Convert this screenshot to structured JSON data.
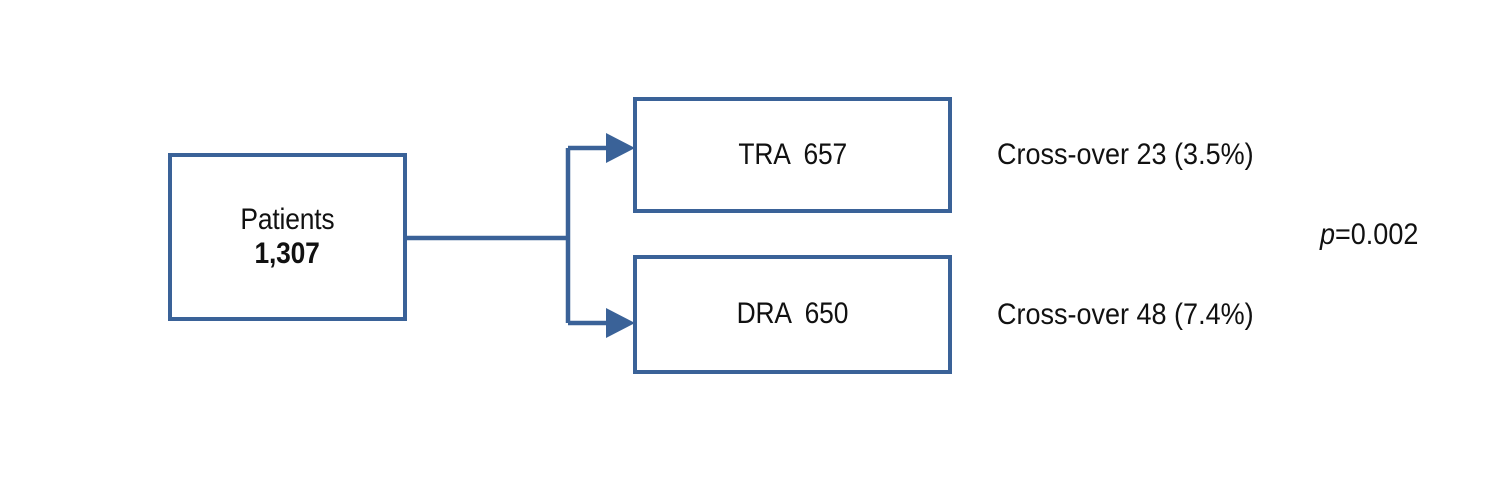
{
  "figure": {
    "type": "flow-diagram",
    "background_color": "#ffffff",
    "accent_color": "#3a6298",
    "text_color": "#111111"
  },
  "nodes": {
    "root": {
      "label": "Patients",
      "value": "1,307"
    },
    "branch_top": {
      "text": "TRA  657",
      "arm": "TRA",
      "count": "657"
    },
    "branch_bottom": {
      "text": "DRA  650",
      "arm": "DRA",
      "count": "650"
    }
  },
  "annotations": {
    "crossover_top": "Cross-over 23 (3.5%)",
    "crossover_bottom": "Cross-over 48 (7.4%)",
    "pvalue": {
      "symbol": "p",
      "rest": "=0.002"
    }
  },
  "chart_data": {
    "type": "diagram",
    "title": "",
    "nodes": [
      {
        "id": "patients",
        "label": "Patients",
        "value": 1307,
        "display": "1,307"
      },
      {
        "id": "tra",
        "label": "TRA",
        "value": 657,
        "display": "TRA  657"
      },
      {
        "id": "dra",
        "label": "DRA",
        "value": 650,
        "display": "DRA  650"
      }
    ],
    "edges": [
      {
        "from": "patients",
        "to": "tra"
      },
      {
        "from": "patients",
        "to": "dra"
      }
    ],
    "annotations": [
      {
        "attached_to": "tra",
        "text": "Cross-over 23 (3.5%)",
        "count": 23,
        "percent": 3.5
      },
      {
        "attached_to": "dra",
        "text": "Cross-over 48 (7.4%)",
        "count": 48,
        "percent": 7.4
      },
      {
        "attached_to": "comparison",
        "text": "p=0.002",
        "p_value": 0.002
      }
    ]
  }
}
